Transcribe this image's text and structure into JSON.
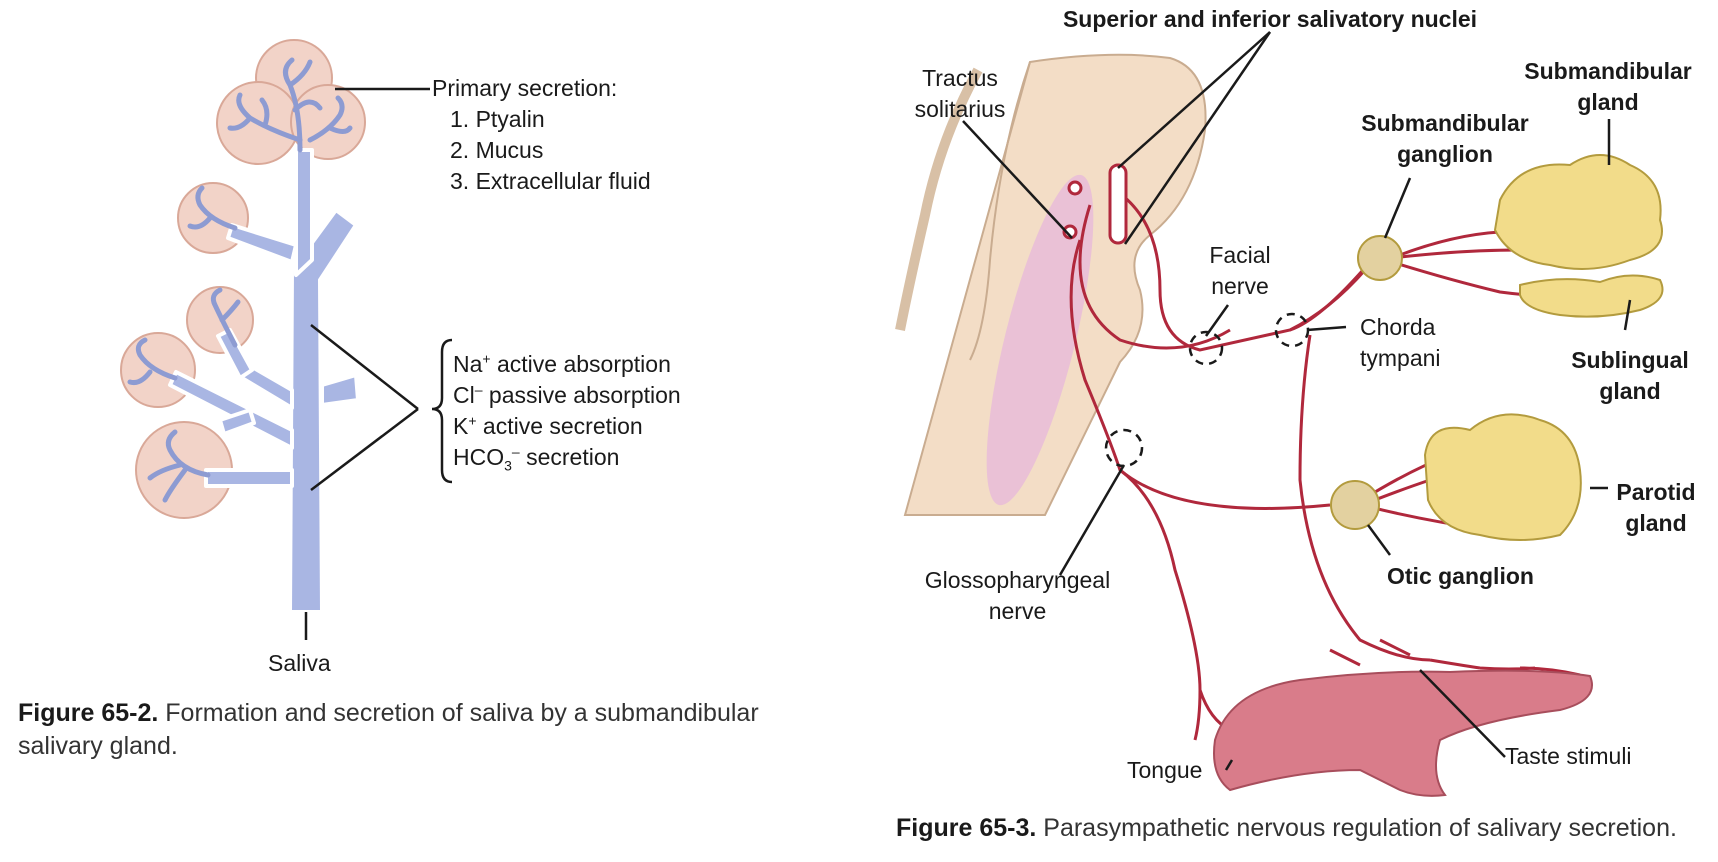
{
  "fig2": {
    "primary_secretion_title": "Primary secretion:",
    "primary_items": [
      "1. Ptyalin",
      "2. Mucus",
      "3. Extracellular fluid"
    ],
    "ion_items": [
      {
        "base": "Na",
        "sup": "+",
        "sub": "",
        "supB": "",
        "rest": " active absorption"
      },
      {
        "base": "Cl",
        "sup": "–",
        "sub": "",
        "supB": "",
        "rest": " passive absorption"
      },
      {
        "base": "K",
        "sup": "+",
        "sub": "",
        "supB": "",
        "rest": " active secretion"
      },
      {
        "base": "HCO",
        "sup": "",
        "sub": "3",
        "supB": "–",
        "rest": " secretion"
      }
    ],
    "saliva_label": "Saliva",
    "caption_number": "Figure 65-2.",
    "caption_text": " Formation and secretion of saliva by a submandibular salivary gland."
  },
  "fig3": {
    "nuclei_label": "Superior and inferior salivatory nuclei",
    "tractus_label": "Tractus solitarius",
    "facial_nerve_label": "Facial nerve",
    "chorda_label": "Chorda tympani",
    "submandibular_ganglion_label": "Submandibular ganglion",
    "submandibular_gland_label": "Submandibular gland",
    "sublingual_gland_label": "Sublingual gland",
    "parotid_gland_label": "Parotid gland",
    "otic_ganglion_label": "Otic ganglion",
    "glossopharyngeal_label": "Glossopharyngeal nerve",
    "tongue_label": "Tongue",
    "taste_label": "Taste stimuli",
    "caption_number": "Figure 65-3.",
    "caption_text": " Parasympathetic nervous regulation of salivary secretion."
  },
  "colors": {
    "duct_blue": "#a9b6e3",
    "acinus_pink": "#f2d3c8",
    "nerve_red": "#b0283c",
    "brainstem_tan": "#f3ddc6",
    "nucleus_lilac": "#e8bcd8",
    "gland_yellow": "#f2dc8a",
    "tongue_pink": "#d97c8a"
  }
}
